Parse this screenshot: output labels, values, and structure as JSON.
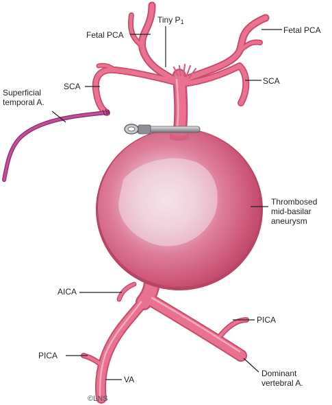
{
  "colors": {
    "vessel": "#e8728f",
    "vessel_dark": "#c74c6d",
    "vessel_light": "#f7b3c3",
    "aneurysm_core": "#f5e6ec",
    "graft": "#b8418c",
    "clip": "#a9abb0",
    "leader": "#231f20"
  },
  "icons": {
    "clip": "aneurysm-clip-icon"
  },
  "labels": {
    "tiny_p1": "Tiny P",
    "tiny_p1_sub": "1",
    "fetal_pca_left": "Fetal PCA",
    "fetal_pca_right": "Fetal PCA",
    "sca_left": "SCA",
    "sca_right": "SCA",
    "superficial_temporal": [
      "Superficial",
      "temporal A."
    ],
    "thrombosed_aneurysm": [
      "Thrombosed",
      "mid-basilar",
      "aneurysm"
    ],
    "aica": "AICA",
    "pica_right": "PICA",
    "pica_left": "PICA",
    "va": "VA",
    "dominant_vertebral": [
      "Dominant",
      "vertebral A."
    ],
    "credit": "©LNS"
  }
}
